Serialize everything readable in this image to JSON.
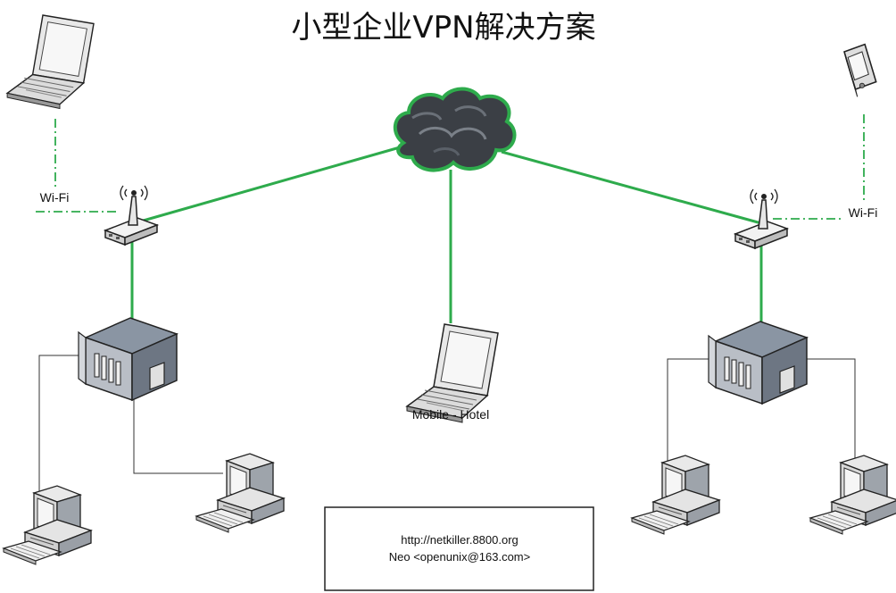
{
  "title": "小型企业VPN解决方案",
  "labels": {
    "wifi_left": "Wi-Fi",
    "wifi_right": "Wi-Fi",
    "mobile": "Mobile - Hotel"
  },
  "info": {
    "url": "http://netkiller.8800.org",
    "contact": "Neo <openunix@163.com>"
  },
  "colors": {
    "vpn_link": "#2eab4c",
    "wifi_link": "#2eab4c",
    "lan_link": "#333333"
  },
  "icons": [
    "cloud-icon",
    "router-icon",
    "server-icon",
    "workstation-icon",
    "laptop-icon",
    "pda-icon"
  ]
}
